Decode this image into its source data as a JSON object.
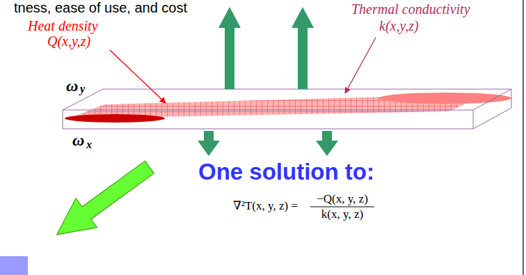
{
  "diagram": {
    "labels": [
      "tness, ease of use, and cost",
      "Heat density",
      "Q(x,y,z)",
      "Thermal conductivity",
      "k(x,y,z)",
      "ω",
      "y",
      "ω",
      "x",
      "One solution to:",
      "∇²T(x, y, z) =",
      "−Q(x, y, z)",
      "k(x, y, z)"
    ]
  }
}
